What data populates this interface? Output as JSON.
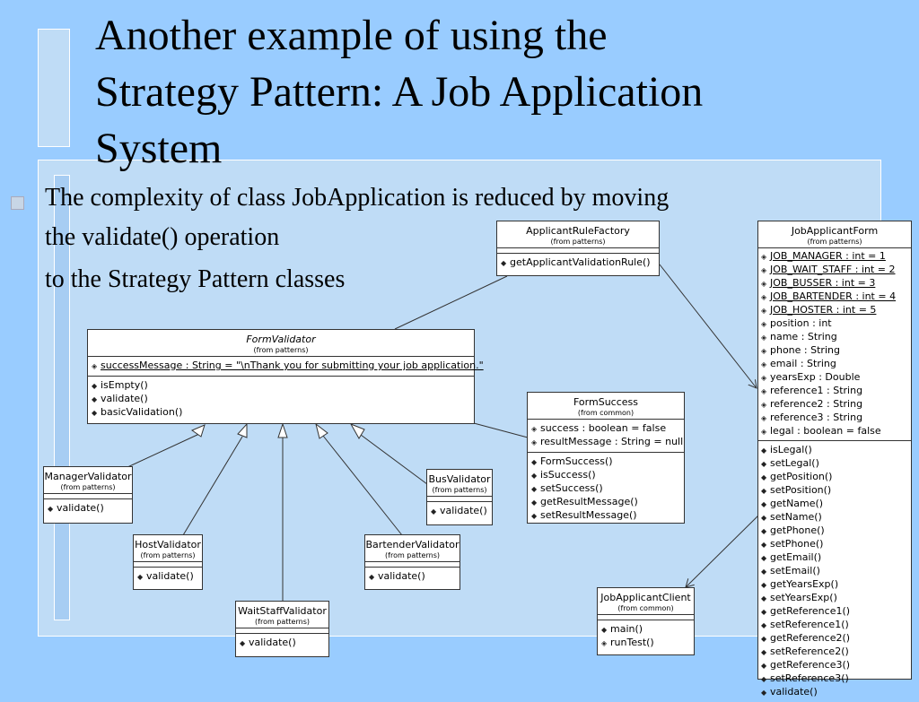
{
  "slide": {
    "title": "Another example of using the\nStrategy Pattern: A Job Application\nSystem",
    "body": [
      "The complexity of class JobApplication is reduced by moving",
      "the validate() operation",
      "to the Strategy Pattern classes"
    ]
  },
  "classes": {
    "applicant_rule_factory": {
      "name": "ApplicantRuleFactory",
      "pkg": "(from patterns)",
      "methods": [
        "getApplicantValidationRule()"
      ]
    },
    "form_validator": {
      "name": "FormValidator",
      "pkg": "(from patterns)",
      "attrs": [
        "successMessage : String = \"\\nThank you for submitting your job application.\""
      ],
      "methods": [
        "isEmpty()",
        "validate()",
        "basicValidation()"
      ]
    },
    "form_success": {
      "name": "FormSuccess",
      "pkg": "(from common)",
      "attrs": [
        "success : boolean = false",
        "resultMessage : String = null"
      ],
      "methods": [
        "FormSuccess()",
        "isSuccess()",
        "setSuccess()",
        "getResultMessage()",
        "setResultMessage()"
      ]
    },
    "manager_validator": {
      "name": "ManagerValidator",
      "pkg": "(from patterns)",
      "methods": [
        "validate()"
      ]
    },
    "host_validator": {
      "name": "HostValidator",
      "pkg": "(from patterns)",
      "methods": [
        "validate()"
      ]
    },
    "waitstaff_validator": {
      "name": "WaitStaffValidator",
      "pkg": "(from patterns)",
      "methods": [
        "validate()"
      ]
    },
    "bartender_validator": {
      "name": "BartenderValidator",
      "pkg": "(from patterns)",
      "methods": [
        "validate()"
      ]
    },
    "bus_validator": {
      "name": "BusValidator",
      "pkg": "(from patterns)",
      "methods": [
        "validate()"
      ]
    },
    "job_applicant_client": {
      "name": "JobApplicantClient",
      "pkg": "(from common)",
      "methods": [
        "main()",
        "runTest()"
      ]
    },
    "job_applicant_form": {
      "name": "JobApplicantForm",
      "pkg": "(from patterns)",
      "static_attrs": [
        "JOB_MANAGER : int = 1",
        "JOB_WAIT_STAFF : int = 2",
        "JOB_BUSSER : int = 3",
        "JOB_BARTENDER : int = 4",
        "JOB_HOSTER : int = 5"
      ],
      "attrs": [
        "position : int",
        "name : String",
        "phone : String",
        "email : String",
        "yearsExp : Double",
        "reference1 : String",
        "reference2 : String",
        "reference3 : String",
        "legal : boolean = false"
      ],
      "methods": [
        "isLegal()",
        "setLegal()",
        "getPosition()",
        "setPosition()",
        "getName()",
        "setName()",
        "getPhone()",
        "setPhone()",
        "getEmail()",
        "setEmail()",
        "getYearsExp()",
        "setYearsExp()",
        "getReference1()",
        "setReference1()",
        "getReference2()",
        "setReference2()",
        "getReference3()",
        "setReference3()",
        "validate()"
      ]
    }
  },
  "colors": {
    "background": "#99ccff",
    "panel": "#bfdcf6"
  }
}
